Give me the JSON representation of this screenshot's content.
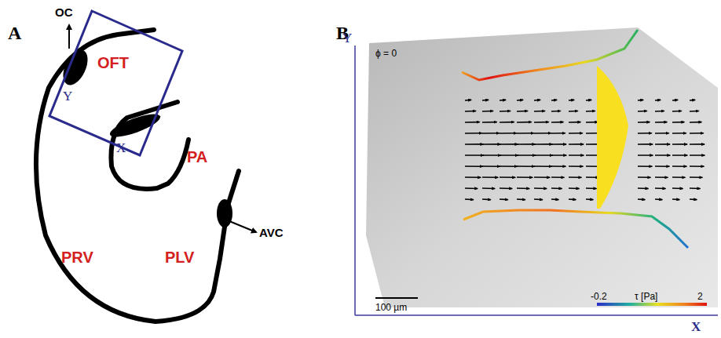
{
  "diagram": {
    "labels": [
      "A",
      "OC",
      "OFT",
      "Y",
      "X",
      "PA",
      "AVC",
      "PRV",
      "PLV",
      "B",
      "Y",
      "ϕ = 0",
      "100 µm",
      "-0.2",
      "τ [Pa]",
      "2",
      "X"
    ]
  }
}
